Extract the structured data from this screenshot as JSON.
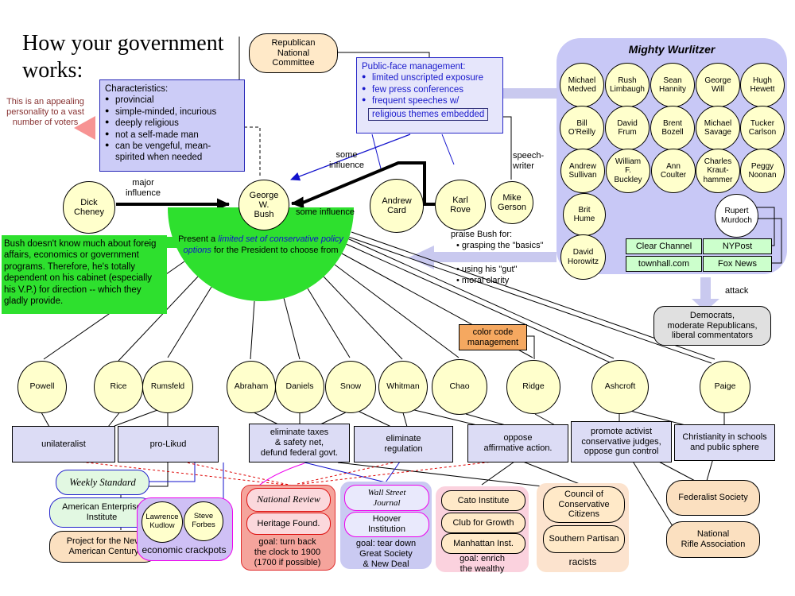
{
  "title": "How your government\nworks:",
  "voters_note": "This is an appealing personality to a vast number of voters",
  "rnc": "Republican\nNational\nCommittee",
  "characteristics": {
    "title": "Characteristics:",
    "bullets": [
      "provincial",
      "simple-minded, incurious",
      "deeply religious",
      "not a self-made man",
      "can be vengeful, mean-spirited when needed"
    ]
  },
  "public_face": {
    "title": "Public-face management:",
    "bullets": [
      "limited unscripted exposure",
      "few press conferences",
      "frequent speeches w/"
    ],
    "boxed": "religious themes embedded"
  },
  "labels": {
    "major_influence": "major\ninfluence",
    "some_influence_top": "some\ninfluence",
    "some_influence_side": "some influence",
    "speechwriter": "speech-\nwriter",
    "attack": "attack",
    "color_code": "color code\nmanagement",
    "racists": "racists",
    "crackpots": "economic crackpots"
  },
  "praise": {
    "header": "praise Bush for:",
    "b1": "• grasping the \"basics\"",
    "b2": "• using his \"gut\"",
    "b3": "• moral clarity"
  },
  "green_note": "Bush doesn't know much about foreign affairs, economics or government programs.  Therefore, he's totally dependent on his cabinet (especially his V.P.) for direction -- which they gladly provide.",
  "semicircle": {
    "pre": "Present a ",
    "em": "limited set of conservative policy options",
    "post": " for the President to choose from"
  },
  "people": {
    "cheney": "Dick\nCheney",
    "bush": "George\nW.\nBush",
    "card": "Andrew\nCard",
    "rove": "Karl\nRove",
    "gerson": "Mike\nGerson"
  },
  "cabinet": [
    "Powell",
    "Rice",
    "Rumsfeld",
    "Abraham",
    "Daniels",
    "Snow",
    "Whitman",
    "Chao",
    "Ridge",
    "Ashcroft",
    "Paige"
  ],
  "policies": [
    "unilateralist",
    "pro-Likud",
    "eliminate taxes\n& safety net,\ndefund federal govt.",
    "eliminate\nregulation",
    "oppose\naffirmative action.",
    "promote activist\nconservative judges,\noppose gun control",
    "Christianity in schools\nand public sphere"
  ],
  "wurlitzer": {
    "title": "Mighty Wurlitzer",
    "pundits": [
      "Michael\nMedved",
      "Rush\nLimbaugh",
      "Sean\nHannity",
      "George\nWill",
      "Hugh\nHewett",
      "Bill\nO'Reilly",
      "David\nFrum",
      "Brent\nBozell",
      "Michael\nSavage",
      "Tucker\nCarlson",
      "Andrew\nSullivan",
      "William\nF.\nBuckley",
      "Ann\nCoulter",
      "Charles\nKraut-\nhammer",
      "Peggy\nNoonan",
      "Brit\nHume",
      "David\nHorowitz"
    ],
    "murdoch": "Rupert\nMurdoch",
    "outlets": [
      "Clear Channel",
      "townhall.com",
      "NYPost",
      "Fox News"
    ]
  },
  "democrats": "Democrats,\nmoderate Republicans,\nliberal commentators",
  "orgs": {
    "weekly_standard": "Weekly Standard",
    "aei": "American Enterprise\nInstitute",
    "pnac": "Project for the New\nAmerican Century",
    "kudlow": "Lawrence\nKudlow",
    "forbes": "Steve\nForbes",
    "national_review": "National Review",
    "heritage": "Heritage Found.",
    "nr_goal": "goal: turn back\nthe clock to 1900\n(1700 if possible)",
    "wsj": "Wall Street\nJournal",
    "hoover": "Hoover\nInstitution",
    "wsj_goal": "goal: tear down\nGreat Society\n& New Deal",
    "cato": "Cato Institute",
    "club": "Club for Growth",
    "manhattan": "Manhattan Inst.",
    "cato_goal": "goal: enrich\nthe wealthy",
    "ccc": "Council of\nConservative\nCitizens",
    "southern_partisan": "Southern Partisan",
    "federalist": "Federalist Society",
    "nra": "National\nRifle Association"
  },
  "colors": {
    "bright_green": "#2EE02E",
    "circle_yellow": "#FFFFCC",
    "lavender_panel": "#C8C8F6",
    "policy_box": "#DCDCF5",
    "media_green": "#CCFFCC",
    "orange_tag": "#F5A860",
    "arrow_lavender": "#C9C9EF",
    "triangle_pink": "#F79393",
    "red_dashed": "#DD0000",
    "blue_link": "#1111CC",
    "magenta_link": "#EE00EE"
  }
}
